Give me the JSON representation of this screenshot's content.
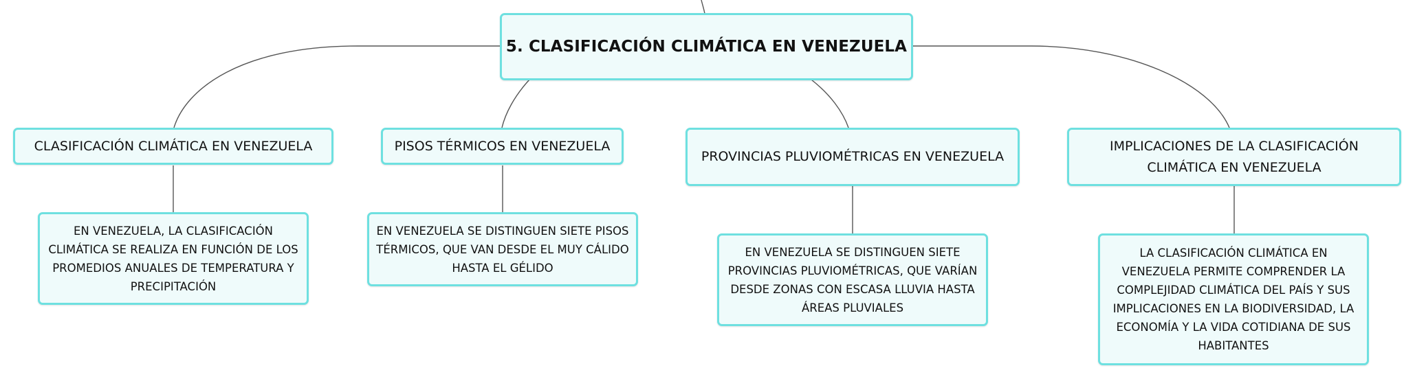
{
  "root": {
    "label": "5. CLASIFICACIÓN CLIMÁTICA EN VENEZUELA"
  },
  "branches": [
    {
      "label": "CLASIFICACIÓN CLIMÁTICA EN VENEZUELA",
      "detail": "EN VENEZUELA, LA CLASIFICACIÓN CLIMÁTICA SE REALIZA EN FUNCIÓN DE LOS PROMEDIOS ANUALES DE TEMPERATURA Y PRECIPITACIÓN"
    },
    {
      "label": "PISOS TÉRMICOS EN VENEZUELA",
      "detail": "EN VENEZUELA SE DISTINGUEN SIETE PISOS TÉRMICOS, QUE VAN DESDE EL MUY CÁLIDO HASTA EL GÉLIDO"
    },
    {
      "label": "PROVINCIAS PLUVIOMÉTRICAS EN VENEZUELA",
      "detail": "EN VENEZUELA SE DISTINGUEN SIETE PROVINCIAS PLUVIOMÉTRICAS, QUE VARÍAN DESDE ZONAS CON ESCASA LLUVIA HASTA ÁREAS PLUVIALES"
    },
    {
      "label": "IMPLICACIONES DE LA CLASIFICACIÓN CLIMÁTICA EN VENEZUELA",
      "detail": "LA CLASIFICACIÓN CLIMÁTICA EN VENEZUELA PERMITE COMPRENDER LA COMPLEJIDAD CLIMÁTICA DEL PAÍS Y SUS IMPLICACIONES EN LA BIODIVERSIDAD, LA ECONOMÍA Y LA VIDA COTIDIANA DE SUS HABITANTES"
    }
  ],
  "colors": {
    "node_border": "#6ee0e0",
    "node_fill": "#effbfb",
    "connector": "#555555",
    "text": "#111111"
  }
}
